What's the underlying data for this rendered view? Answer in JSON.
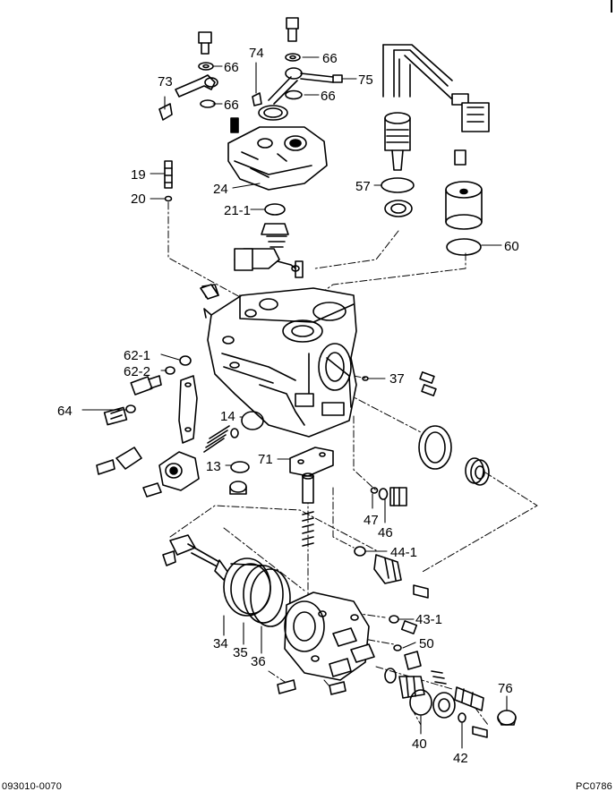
{
  "diagram": {
    "callouts": [
      {
        "id": "c-73",
        "text": "73"
      },
      {
        "id": "c-74",
        "text": "74"
      },
      {
        "id": "c-66a",
        "text": "66"
      },
      {
        "id": "c-66b",
        "text": "66"
      },
      {
        "id": "c-66c",
        "text": "66"
      },
      {
        "id": "c-66d",
        "text": "66"
      },
      {
        "id": "c-75",
        "text": "75"
      },
      {
        "id": "c-19",
        "text": "19"
      },
      {
        "id": "c-20",
        "text": "20"
      },
      {
        "id": "c-24",
        "text": "24"
      },
      {
        "id": "c-21-1",
        "text": "21-1"
      },
      {
        "id": "c-57",
        "text": "57"
      },
      {
        "id": "c-60",
        "text": "60"
      },
      {
        "id": "c-62-1",
        "text": "62-1"
      },
      {
        "id": "c-62-2",
        "text": "62-2"
      },
      {
        "id": "c-37",
        "text": "37"
      },
      {
        "id": "c-64",
        "text": "64"
      },
      {
        "id": "c-14",
        "text": "14"
      },
      {
        "id": "c-13",
        "text": "13"
      },
      {
        "id": "c-71",
        "text": "71"
      },
      {
        "id": "c-47",
        "text": "47"
      },
      {
        "id": "c-46",
        "text": "46"
      },
      {
        "id": "c-44-1",
        "text": "44-1"
      },
      {
        "id": "c-43-1",
        "text": "43-1"
      },
      {
        "id": "c-50",
        "text": "50"
      },
      {
        "id": "c-34",
        "text": "34"
      },
      {
        "id": "c-35",
        "text": "35"
      },
      {
        "id": "c-36",
        "text": "36"
      },
      {
        "id": "c-76",
        "text": "76"
      },
      {
        "id": "c-40",
        "text": "40"
      },
      {
        "id": "c-42",
        "text": "42"
      }
    ]
  },
  "footer": {
    "left_code": "093010-0070",
    "right_code": "PC0786"
  }
}
